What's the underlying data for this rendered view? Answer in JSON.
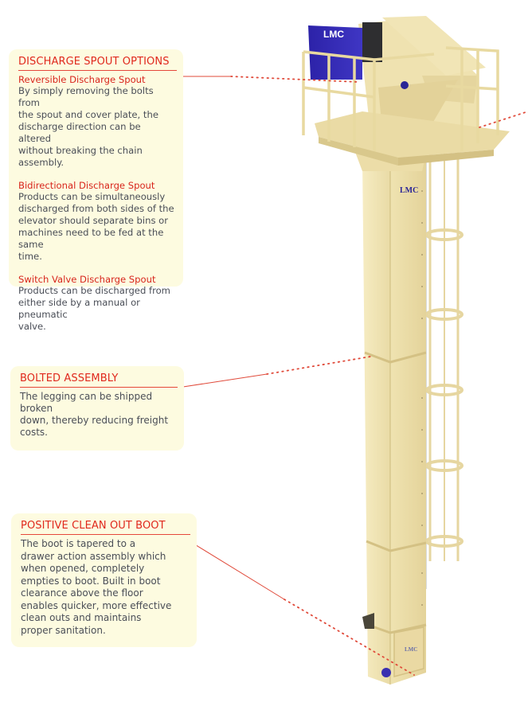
{
  "callouts": {
    "discharge": {
      "title": "DISCHARGE SPOUT OPTIONS",
      "options": [
        {
          "subtitle": "Reversible  Discharge Spout",
          "text": [
            "By simply removing the bolts from",
            "the spout and cover plate, the",
            "discharge direction can be altered",
            "without breaking the chain assembly."
          ]
        },
        {
          "subtitle": "Bidirectional Discharge Spout",
          "text": [
            "Products can be simultaneously",
            "discharged from both sides of the",
            "elevator should separate bins or",
            "machines need to be fed at the same",
            "time."
          ]
        },
        {
          "subtitle": "Switch Valve Discharge Spout",
          "text": [
            "Products can be discharged from",
            "either side by a manual or pneumatic",
            "valve."
          ]
        }
      ]
    },
    "bolted": {
      "title": "BOLTED ASSEMBLY",
      "text": [
        "The legging can be shipped broken",
        "down, thereby reducing freight",
        "costs."
      ]
    },
    "boot": {
      "title": "POSITIVE CLEAN OUT BOOT",
      "text": [
        "The boot is tapered to a",
        "drawer action assembly which",
        "when opened, completely",
        "empties to boot. Built in boot",
        "clearance above the floor",
        "enables quicker, more effective",
        "clean outs and maintains",
        "proper sanitation."
      ]
    }
  },
  "machine": {
    "head_logo": "LMC",
    "leg_logo": "LMC",
    "boot_logo": "LMC"
  },
  "colors": {
    "callout_bg": "#fdfbe0",
    "title_red": "#e0281d",
    "body_gray": "#4a4e57",
    "machine_tan": "#e8d9a0",
    "motor_blue": "#3a2fb0"
  }
}
